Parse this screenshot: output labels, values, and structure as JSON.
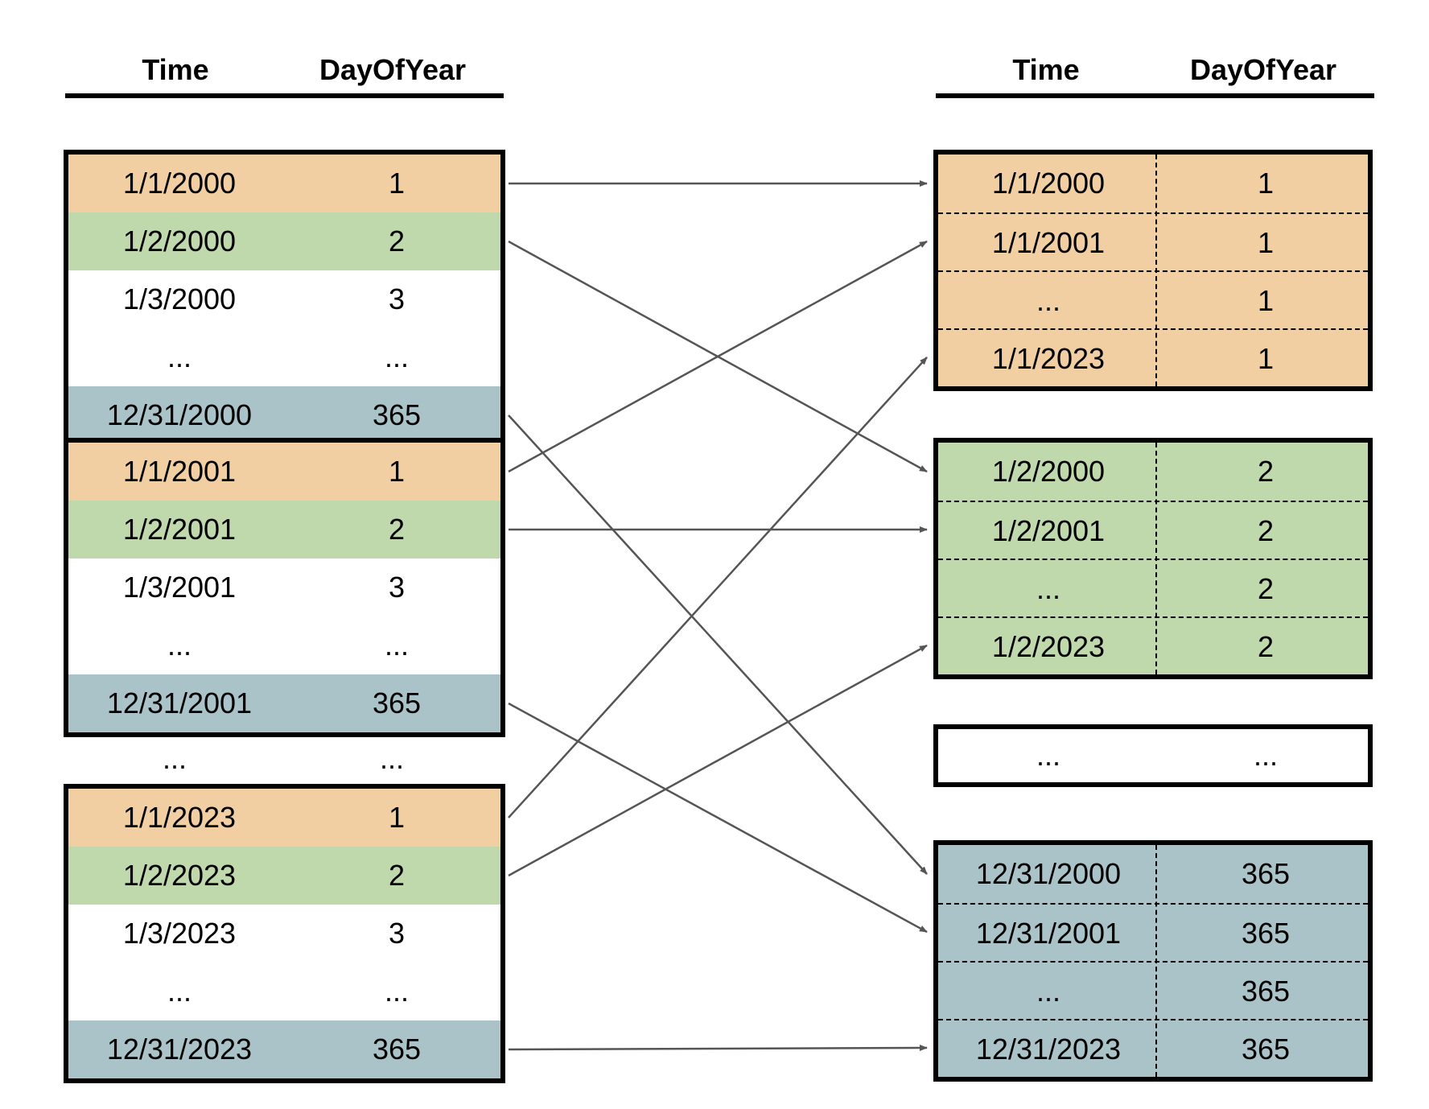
{
  "headers": {
    "time": "Time",
    "doy": "DayOfYear"
  },
  "colors": {
    "orange": "#f2cfa2",
    "green": "#c0d9ac",
    "blue": "#a9c3c8",
    "white": "#ffffff",
    "arrow": "#555555"
  },
  "left_blocks": [
    {
      "rows": [
        {
          "time": "1/1/2000",
          "doy": "1",
          "color": "orange"
        },
        {
          "time": "1/2/2000",
          "doy": "2",
          "color": "green"
        },
        {
          "time": "1/3/2000",
          "doy": "3",
          "color": "white"
        },
        {
          "time": "...",
          "doy": "...",
          "color": "white"
        },
        {
          "time": "12/31/2000",
          "doy": "365",
          "color": "blue"
        }
      ]
    },
    {
      "rows": [
        {
          "time": "1/1/2001",
          "doy": "1",
          "color": "orange"
        },
        {
          "time": "1/2/2001",
          "doy": "2",
          "color": "green"
        },
        {
          "time": "1/3/2001",
          "doy": "3",
          "color": "white"
        },
        {
          "time": "...",
          "doy": "...",
          "color": "white"
        },
        {
          "time": "12/31/2001",
          "doy": "365",
          "color": "blue"
        }
      ]
    },
    {
      "rows": [
        {
          "time": "1/1/2023",
          "doy": "1",
          "color": "orange"
        },
        {
          "time": "1/2/2023",
          "doy": "2",
          "color": "green"
        },
        {
          "time": "1/3/2023",
          "doy": "3",
          "color": "white"
        },
        {
          "time": "...",
          "doy": "...",
          "color": "white"
        },
        {
          "time": "12/31/2023",
          "doy": "365",
          "color": "blue"
        }
      ]
    }
  ],
  "left_gap": {
    "time": "...",
    "doy": "..."
  },
  "right_blocks": [
    {
      "color": "orange",
      "rows": [
        {
          "time": "1/1/2000",
          "doy": "1"
        },
        {
          "time": "1/1/2001",
          "doy": "1"
        },
        {
          "time": "...",
          "doy": "1"
        },
        {
          "time": "1/1/2023",
          "doy": "1"
        }
      ]
    },
    {
      "color": "green",
      "rows": [
        {
          "time": "1/2/2000",
          "doy": "2"
        },
        {
          "time": "1/2/2001",
          "doy": "2"
        },
        {
          "time": "...",
          "doy": "2"
        },
        {
          "time": "1/2/2023",
          "doy": "2"
        }
      ]
    },
    {
      "color": "blue",
      "rows": [
        {
          "time": "12/31/2000",
          "doy": "365"
        },
        {
          "time": "12/31/2001",
          "doy": "365"
        },
        {
          "time": "...",
          "doy": "365"
        },
        {
          "time": "12/31/2023",
          "doy": "365"
        }
      ]
    }
  ],
  "right_gap": {
    "time": "...",
    "doy": "..."
  },
  "arrows": [
    {
      "from": "1/1/2000",
      "to": "1/1/2000"
    },
    {
      "from": "1/2/2000",
      "to": "1/2/2000"
    },
    {
      "from": "12/31/2000",
      "to": "12/31/2000"
    },
    {
      "from": "1/1/2001",
      "to": "1/1/2001"
    },
    {
      "from": "1/2/2001",
      "to": "1/2/2001"
    },
    {
      "from": "12/31/2001",
      "to": "12/31/2001"
    },
    {
      "from": "1/1/2023",
      "to": "1/1/2023"
    },
    {
      "from": "1/2/2023",
      "to": "1/2/2023"
    },
    {
      "from": "12/31/2023",
      "to": "12/31/2023"
    }
  ]
}
